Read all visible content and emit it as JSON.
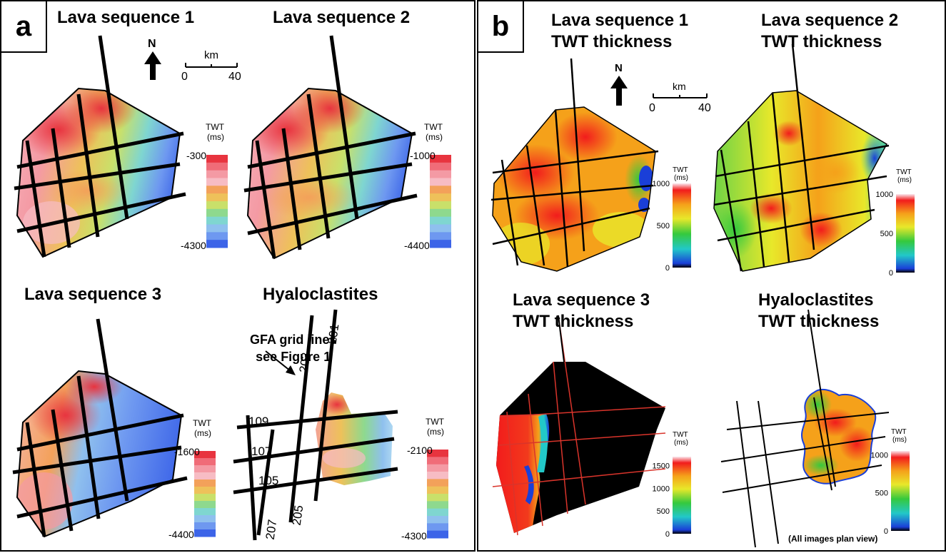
{
  "panel_a": {
    "label": "a",
    "maps": [
      {
        "title": "Lava sequence 1",
        "legend_title": "TWT",
        "legend_unit": "(ms)",
        "legend_top": "-300",
        "legend_bottom": "-4300"
      },
      {
        "title": "Lava sequence 2",
        "legend_title": "TWT",
        "legend_unit": "(ms)",
        "legend_top": "-1000",
        "legend_bottom": "-4400"
      },
      {
        "title": "Lava sequence 3",
        "legend_title": "TWT",
        "legend_unit": "(ms)",
        "legend_top": "-1600",
        "legend_bottom": "-4400"
      },
      {
        "title": "Hyaloclastites",
        "legend_title": "TWT",
        "legend_unit": "(ms)",
        "legend_top": "-2100",
        "legend_bottom": "-4300"
      }
    ],
    "north_label": "N",
    "scale": {
      "unit": "km",
      "start": "0",
      "end": "40"
    },
    "annotation": [
      "GFA grid lines",
      "see Figure 1"
    ],
    "grid_line_labels": [
      "201",
      "203",
      "205",
      "207",
      "109",
      "107",
      "105"
    ]
  },
  "panel_b": {
    "label": "b",
    "maps": [
      {
        "title": [
          "Lava sequence 1",
          "TWT thickness"
        ],
        "legend_title": "TWT",
        "legend_unit": "(ms)",
        "ticks": [
          "1000",
          "500",
          "0"
        ]
      },
      {
        "title": [
          "Lava sequence 2",
          "TWT thickness"
        ],
        "legend_title": "TWT",
        "legend_unit": "(ms)",
        "ticks": [
          "1000",
          "500",
          "0"
        ]
      },
      {
        "title": [
          "Lava sequence 3",
          "TWT thickness"
        ],
        "legend_title": "TWT",
        "legend_unit": "(ms)",
        "ticks": [
          "1500",
          "1000",
          "500",
          "0"
        ]
      },
      {
        "title": [
          "Hyaloclastites",
          "TWT thickness"
        ],
        "legend_title": "TWT",
        "legend_unit": "(ms)",
        "ticks": [
          "1000",
          "500",
          "0"
        ]
      }
    ],
    "north_label": "N",
    "scale": {
      "unit": "km",
      "start": "0",
      "end": "40"
    },
    "footnote": "(All images plan view)"
  },
  "colors": {
    "depth_ramp": [
      "#e8343f",
      "#f06c78",
      "#f49aa4",
      "#f7bcc4",
      "#f3a15a",
      "#eec15a",
      "#c9e06a",
      "#8ed98e",
      "#7fd6d0",
      "#8fc0ee",
      "#6e98f0",
      "#3c64e8"
    ],
    "thickness_ramp": [
      "#fbe8ef",
      "#f21c1c",
      "#f5a11a",
      "#e8e82a",
      "#35c93d",
      "#22c8c8",
      "#1a3fd8",
      "#000000"
    ],
    "grid_line": "#000000",
    "red_grid_line": "#d9342b"
  }
}
